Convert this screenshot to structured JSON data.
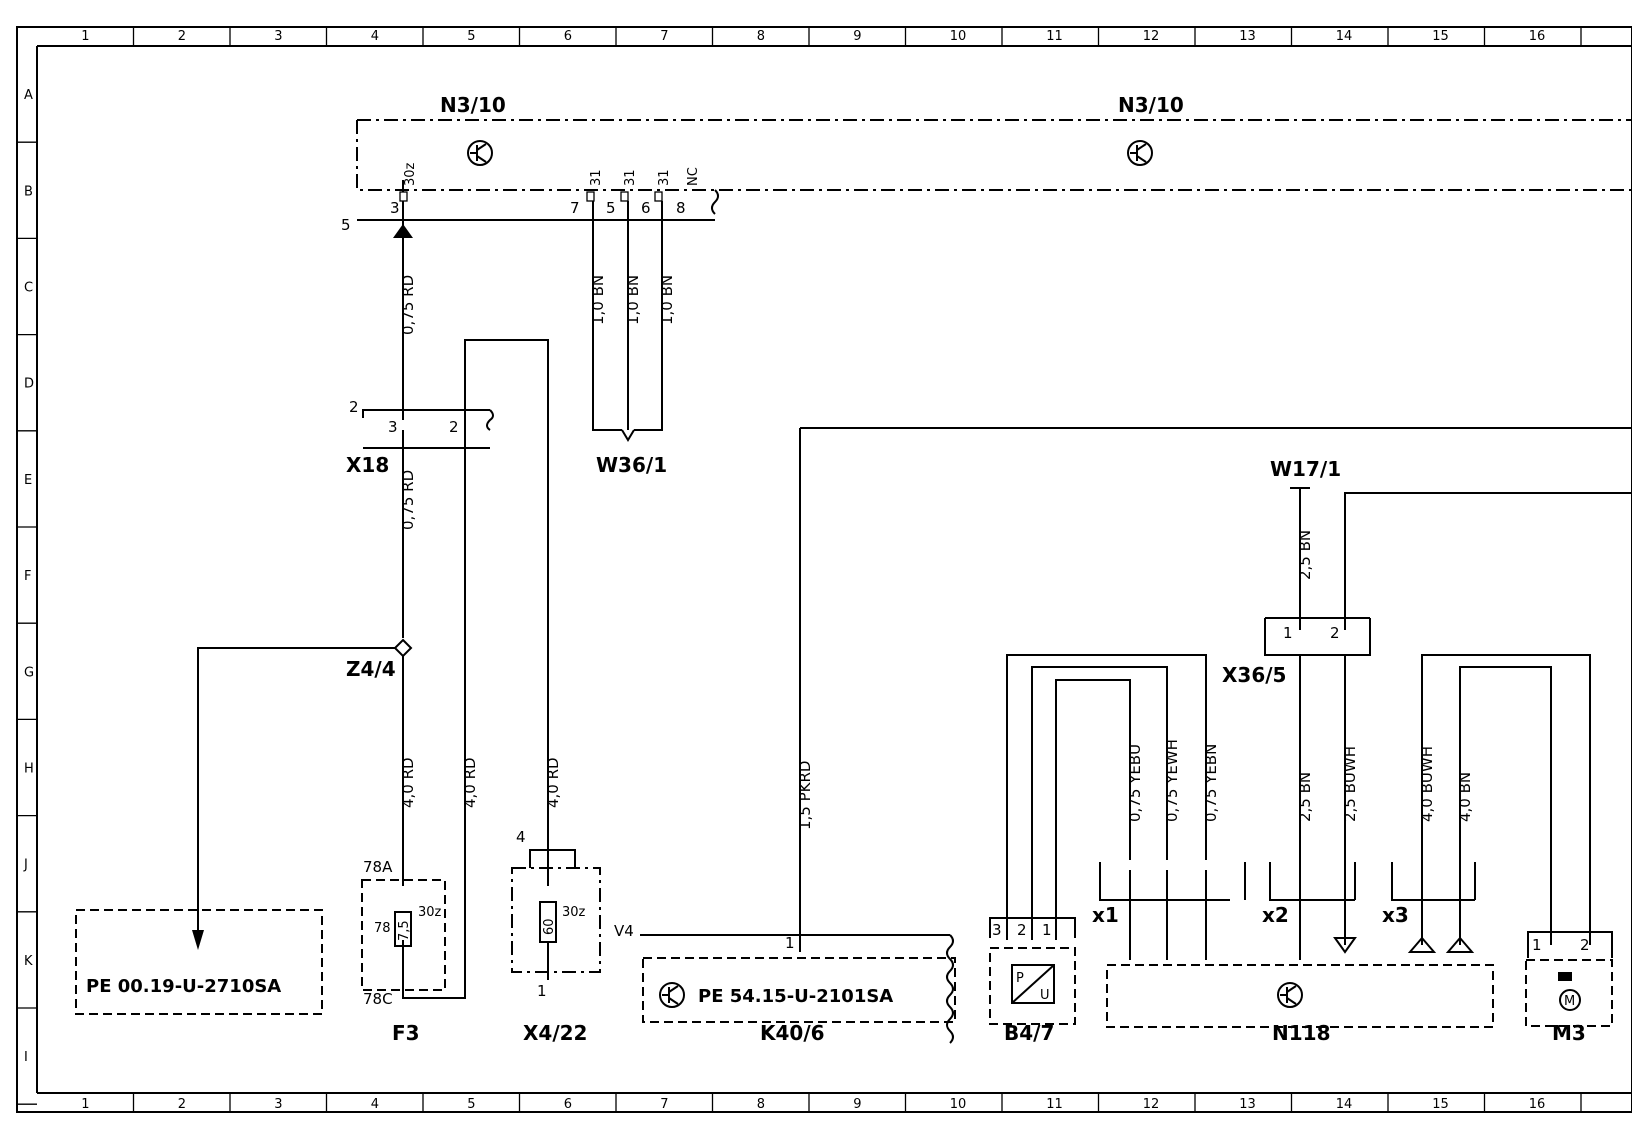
{
  "grid": {
    "columns": [
      "1",
      "2",
      "3",
      "4",
      "5",
      "6",
      "7",
      "8",
      "9",
      "10",
      "11",
      "12",
      "13",
      "14",
      "15",
      "16"
    ],
    "rows": [
      "A",
      "B",
      "C",
      "D",
      "E",
      "F",
      "G",
      "H",
      "J",
      "K",
      "I"
    ]
  },
  "components": {
    "n3_10_left": "N3/10",
    "n3_10_right": "N3/10",
    "x18": "X18",
    "w36_1": "W36/1",
    "z4_4": "Z4/4",
    "f3": "F3",
    "x4_22": "X4/22",
    "k40_6": "K40/6",
    "b4_7": "B4/7",
    "n118": "N118",
    "m3": "M3",
    "w17_1": "W17/1",
    "x36_5": "X36/5",
    "x1": "x1",
    "x2": "x2",
    "x3": "x3"
  },
  "references": {
    "pe_left": "PE 00.19-U-2710SA",
    "pe_k40": "PE 54.15-U-2101SA"
  },
  "wires": {
    "w1": "0,75 RD",
    "w2": "0,75 RD",
    "w3": "1,0 BN",
    "w4": "1,0 BN",
    "w5": "1,0 BN",
    "w6": "4,0 RD",
    "w7": "4,0 RD",
    "w8": "4,0 RD",
    "w9": "1,5 PKRD",
    "w10": "0,75 YEBU",
    "w11": "0,75 YEWH",
    "w12": "0,75 YEBN",
    "w13": "2,5 BN",
    "w14": "2,5 BN",
    "w15": "2,5 BUWH",
    "w16": "4,0 BUWH",
    "w17": "4,0 BN"
  },
  "pins": {
    "n3_p3": "3",
    "n3_p30z": "30z",
    "n3_p7": "7",
    "n3_p5": "5",
    "n3_p6": "6",
    "n3_p8": "8",
    "n3_31a": "31",
    "n3_31b": "31",
    "n3_31c": "31",
    "n3_nc": "NC",
    "n3_conn": "5",
    "x18_conn": "2",
    "x18_p3": "3",
    "x18_p2": "2",
    "f3_78a": "78A",
    "f3_78": "78",
    "f3_75": "7,5",
    "f3_30z": "30z",
    "f3_78c": "78C",
    "x4_conn": "4",
    "x4_60": "60",
    "x4_30z": "30z",
    "x4_1": "1",
    "k40_v4": "V4",
    "k40_p1": "1",
    "b4_p3": "3",
    "b4_p2": "2",
    "b4_p1": "1",
    "b4_p": "P",
    "b4_u": "U",
    "x36_p1": "1",
    "x36_p2": "2",
    "m3_p1": "1",
    "m3_p2": "2",
    "m3_m": "M"
  }
}
